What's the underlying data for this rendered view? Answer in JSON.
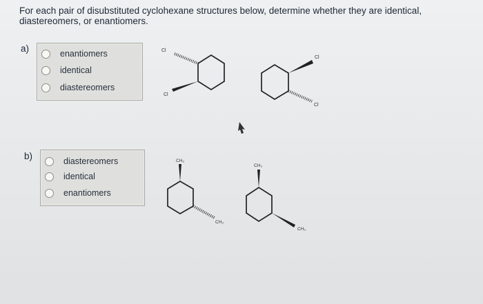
{
  "question": {
    "text": "For each pair of disubstituted cyclohexane structures below, determine whether they are identical, diastereomers, or enantiomers."
  },
  "parts": [
    {
      "label": "a)",
      "options": [
        "enantiomers",
        "identical",
        "diastereomers"
      ],
      "substituents": {
        "left_top": "Cl",
        "left_bottom": "Cl",
        "right_top": "Cl",
        "right_bottom": "Cl"
      }
    },
    {
      "label": "b)",
      "options": [
        "diastereomers",
        "identical",
        "enantiomers"
      ],
      "substituents": {
        "left_top": "CH₃",
        "left_bottom": "CH₃",
        "right_top": "CH₃",
        "right_bottom": "CH₃"
      }
    }
  ],
  "colors": {
    "background": "#e6e8ea",
    "answer_box": "#dfe0dd",
    "text": "#1e2835"
  }
}
